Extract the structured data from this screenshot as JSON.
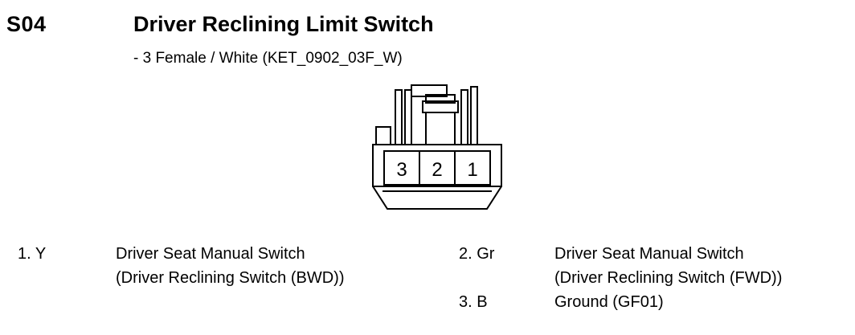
{
  "connector": {
    "code": "S04",
    "name": "Driver Reclining Limit Switch",
    "spec": "- 3 Female / White (KET_0902_03F_W)",
    "cavities": [
      "3",
      "2",
      "1"
    ]
  },
  "pins": [
    {
      "label": "1. Y",
      "line1": "Driver Seat Manual Switch",
      "line2": "(Driver Reclining Switch (BWD))"
    },
    {
      "label": "2. Gr",
      "line1": "Driver Seat Manual Switch",
      "line2": "(Driver Reclining Switch (FWD))"
    },
    {
      "label": "3. B",
      "line1": "Ground (GF01)"
    }
  ]
}
